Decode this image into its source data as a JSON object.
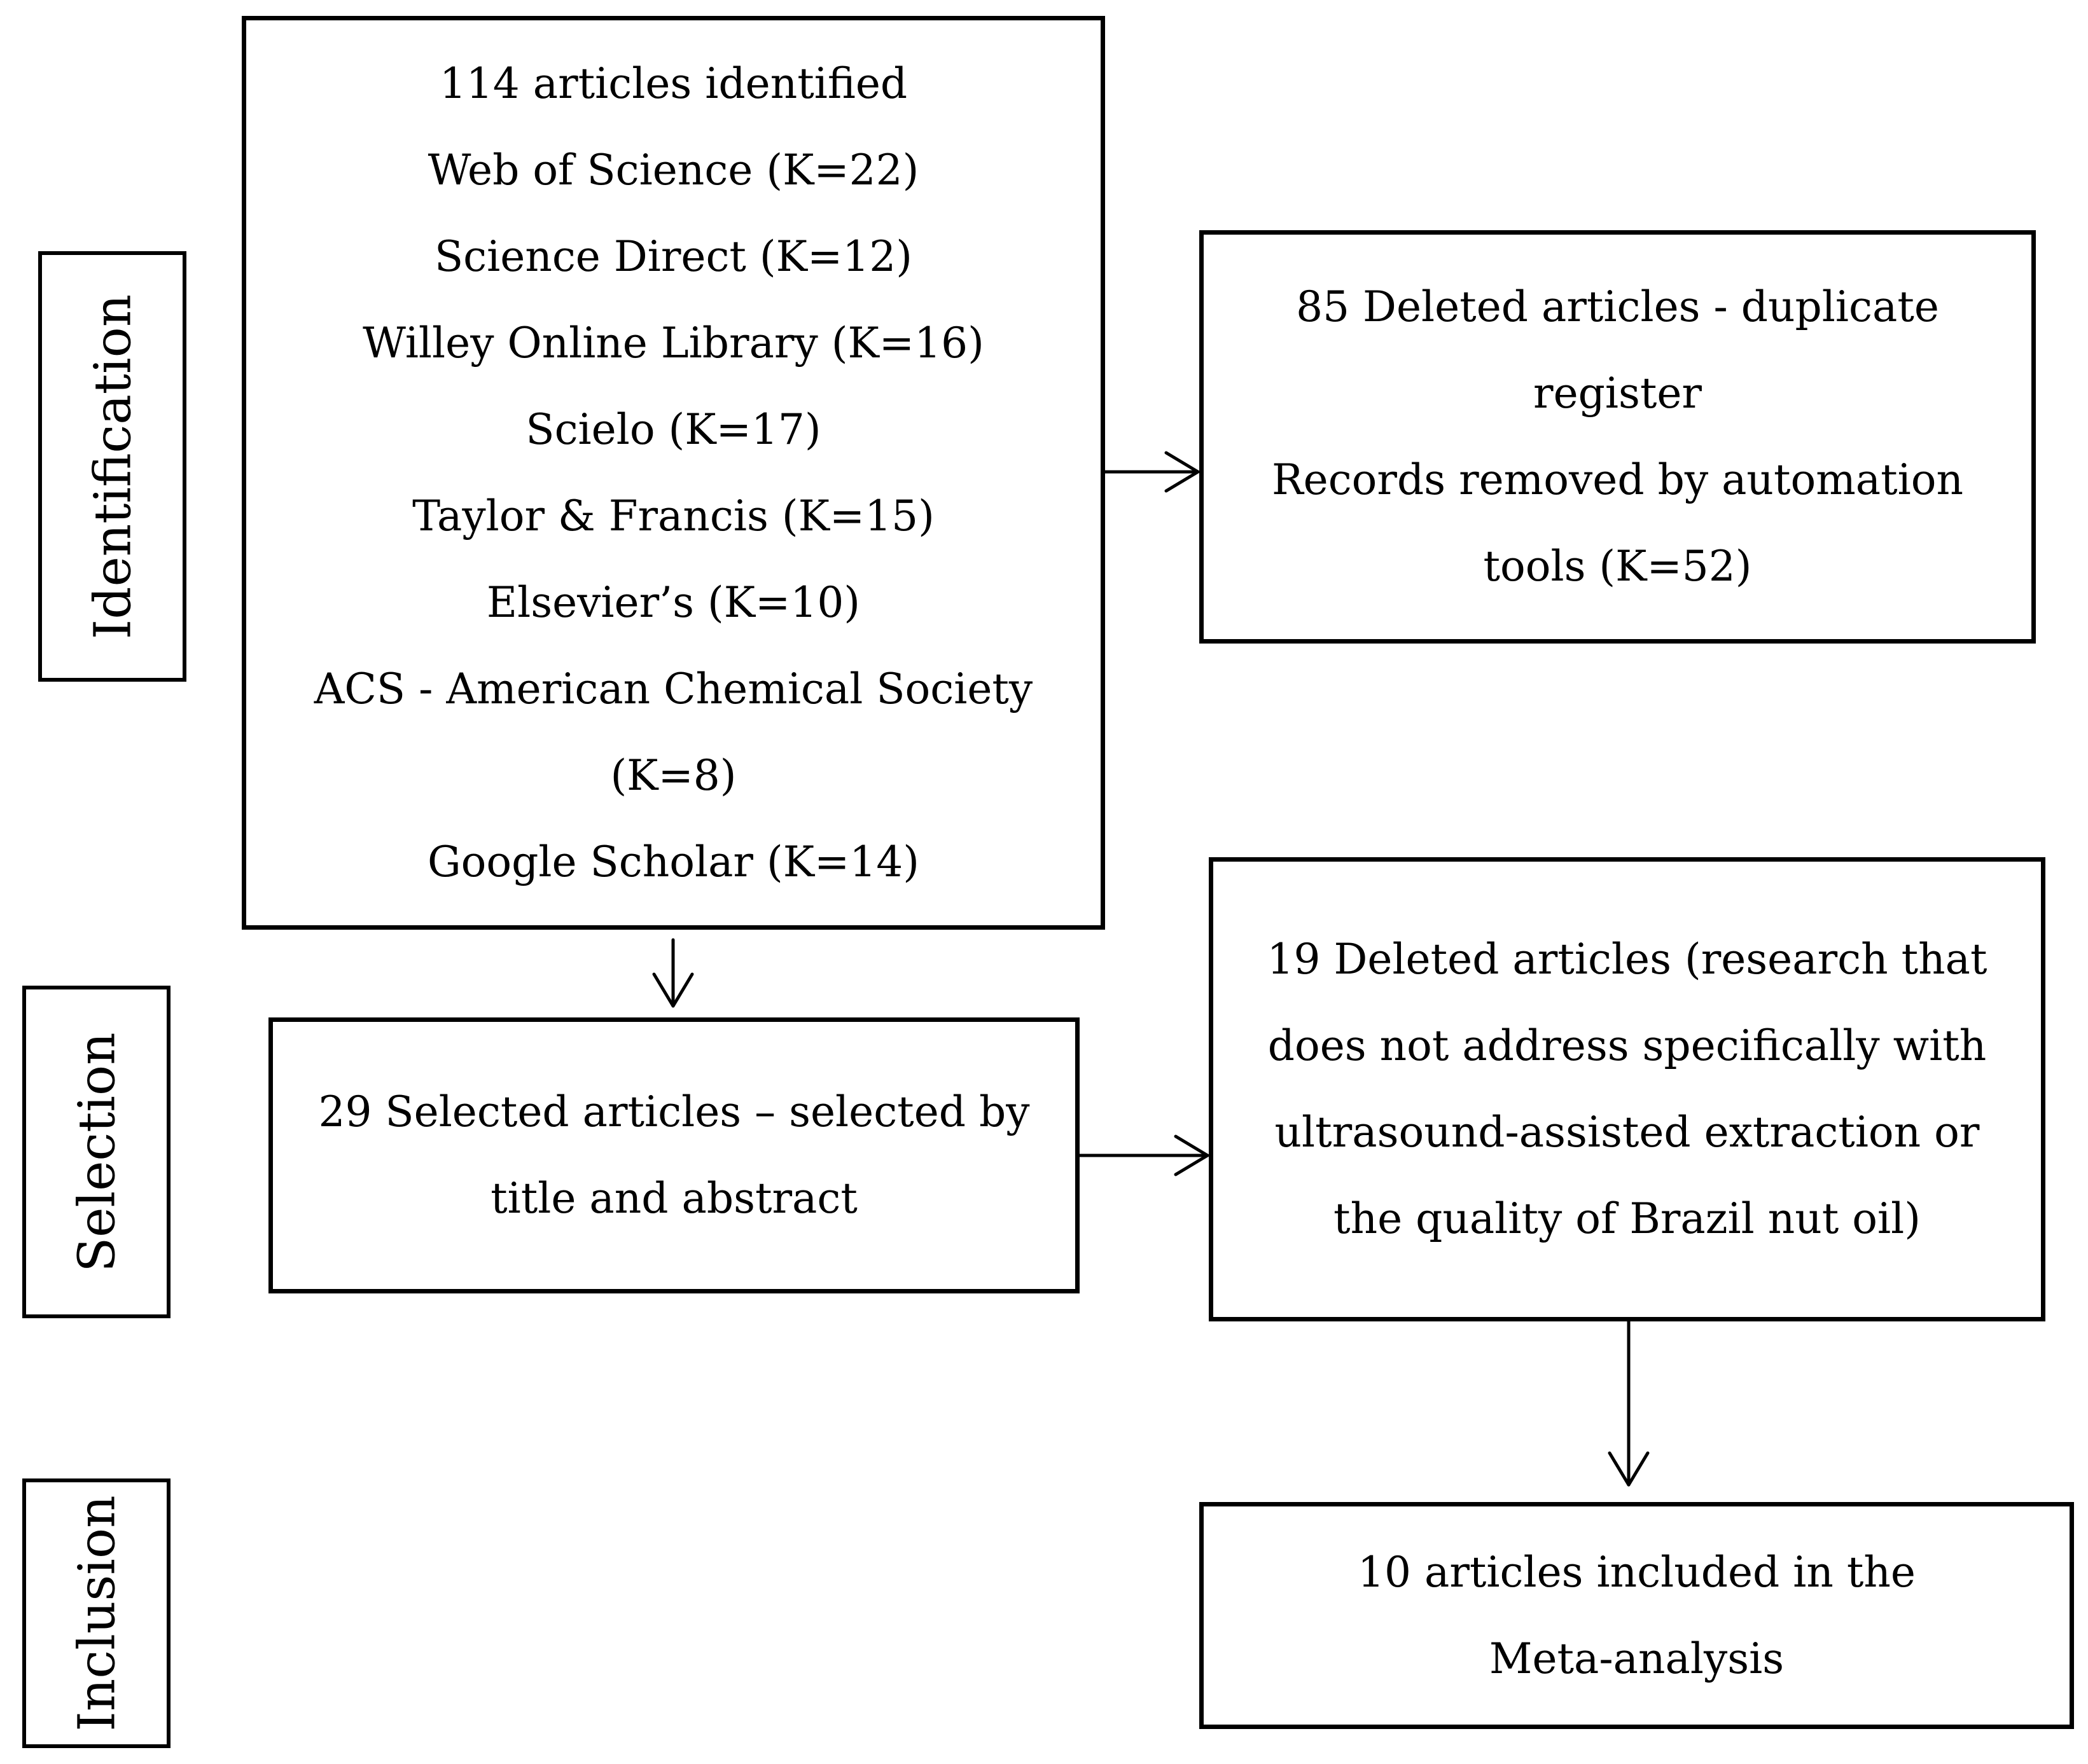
{
  "stages": {
    "identification": "Identification",
    "selection": "Selection",
    "inclusion": "Inclusion"
  },
  "identified": {
    "lines": [
      "114 articles identified",
      "Web of Science (K=22)",
      "Science Direct (K=12)",
      "Willey Online Library (K=16)",
      "Scielo (K=17)",
      "Taylor & Francis (K=15)",
      "Elsevier’s (K=10)",
      "ACS - American Chemical Society",
      "(K=8)",
      "Google Scholar (K=14)"
    ]
  },
  "deleted_duplicates": {
    "lines": [
      "85 Deleted articles - duplicate",
      "register",
      "Records removed by automation",
      "tools (K=52)"
    ]
  },
  "selected": {
    "lines": [
      "29 Selected articles – selected by",
      "title and abstract"
    ]
  },
  "deleted_irrelevant": {
    "lines": [
      "19 Deleted articles (research that",
      "does not address specifically with",
      "ultrasound-assisted extraction or",
      "the quality of Brazil nut oil)"
    ]
  },
  "included": {
    "lines": [
      "10 articles included in the",
      "Meta-analysis"
    ]
  }
}
